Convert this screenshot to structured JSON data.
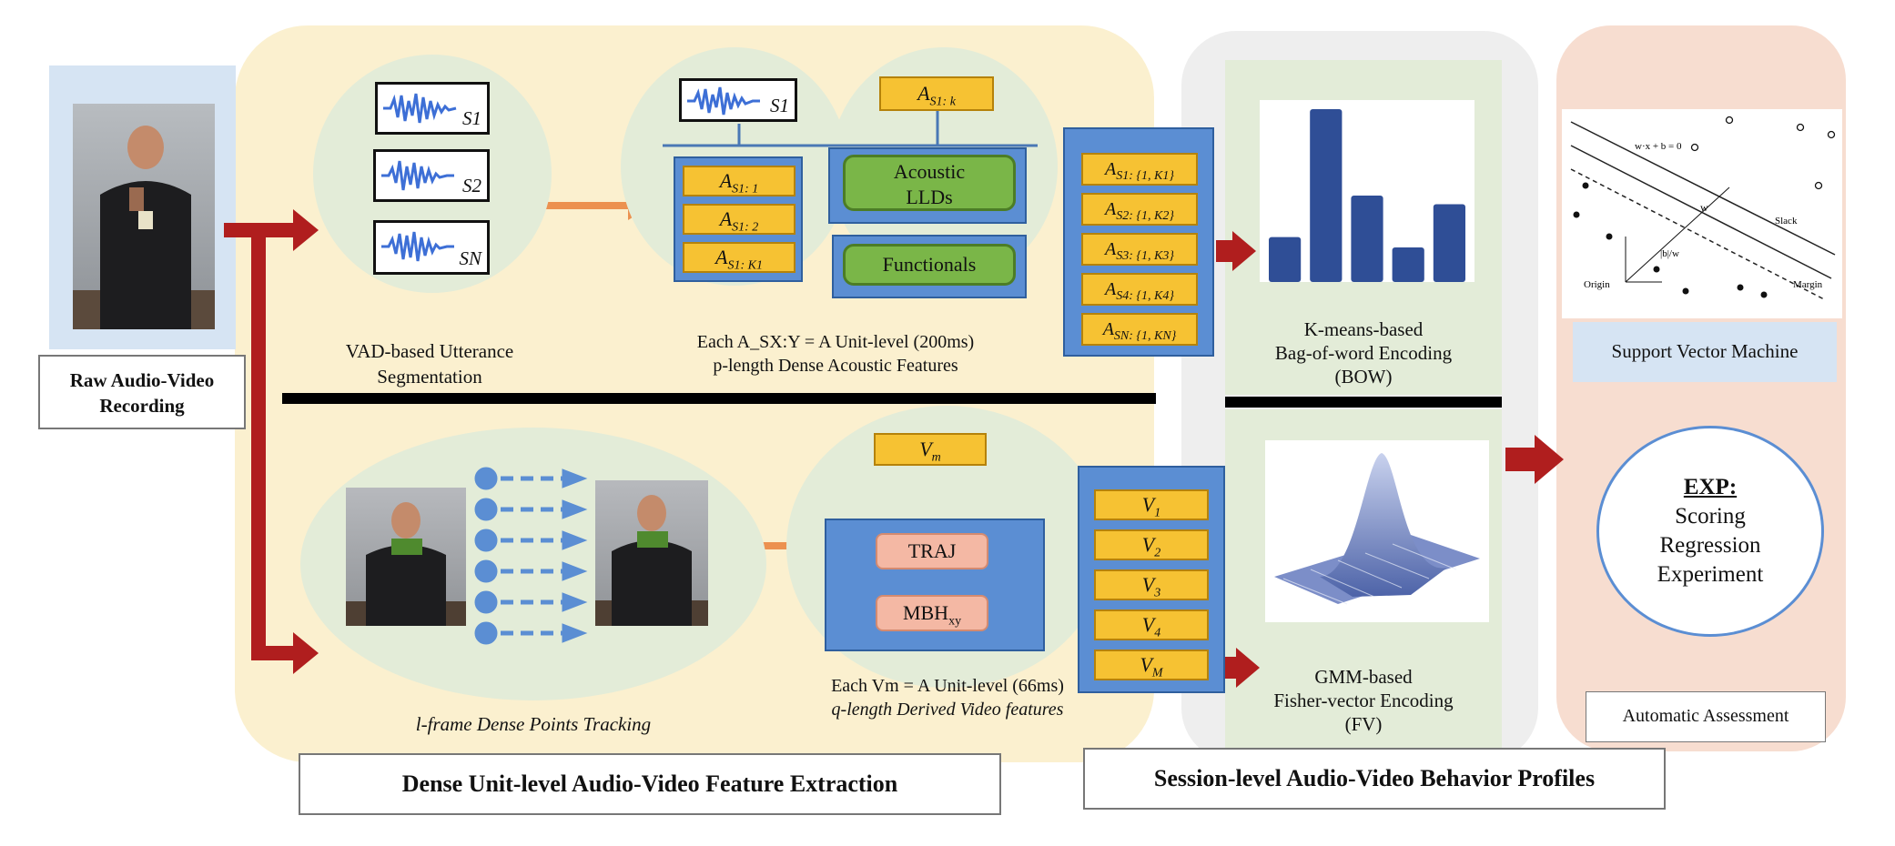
{
  "raw": {
    "title": "Raw Audio-Video Recording"
  },
  "audio": {
    "segments": [
      "S1",
      "S2",
      "SN"
    ],
    "segmentation_label": "VAD-based Utterance Segmentation",
    "seg_label_1": "S1",
    "ask_label": "A",
    "ask_sub": "S1: k",
    "a_units": [
      {
        "base": "A",
        "sub": "S1: 1"
      },
      {
        "base": "A",
        "sub": "S1: 2"
      },
      {
        "base": "A",
        "sub": "S1: K1"
      }
    ],
    "lld_label": "Acoustic LLDs",
    "functionals_label": "Functionals",
    "desc_line1": "Each A_SX:Y = A Unit-level (200ms)",
    "desc_line2": "p-length Dense Acoustic Features",
    "session_units": [
      {
        "base": "A",
        "sub": "S1: {1, K1}"
      },
      {
        "base": "A",
        "sub": "S2: {1, K2}"
      },
      {
        "base": "A",
        "sub": "S3: {1, K3}"
      },
      {
        "base": "A",
        "sub": "S4: {1, K4}"
      },
      {
        "base": "A",
        "sub": "SN: {1, KN}"
      }
    ]
  },
  "video": {
    "tracking_label": "l-frame Dense Points Tracking",
    "vm_label": "V",
    "vm_sub": "m",
    "traj_label": "TRAJ",
    "mbh_label": "MBH",
    "mbh_sub": "xy",
    "desc_line1": "Each Vm = A Unit-level (66ms)",
    "desc_line2": "q-length Derived Video features",
    "v_units": [
      {
        "base": "V",
        "sub": "1"
      },
      {
        "base": "V",
        "sub": "2"
      },
      {
        "base": "V",
        "sub": "3"
      },
      {
        "base": "V",
        "sub": "4"
      },
      {
        "base": "V",
        "sub": "M"
      }
    ]
  },
  "bow": {
    "line1": "K-means-based",
    "line2": "Bag-of-word Encoding",
    "line3": "(BOW)",
    "bars": [
      0.26,
      1.0,
      0.5,
      0.2,
      0.45
    ]
  },
  "fv": {
    "line1": "GMM-based",
    "line2": "Fisher-vector Encoding",
    "line3": "(FV)"
  },
  "svm": {
    "label": "Support Vector Machine",
    "plot_text": {
      "eq": "w·x + b = 0",
      "w": "w",
      "slack": "Slack",
      "origin": "Origin",
      "margin": "Margin",
      "dist": "|b|/w"
    }
  },
  "exp": {
    "title": "EXP:",
    "line1": "Scoring",
    "line2": "Regression",
    "line3": "Experiment"
  },
  "assessment_label": "Automatic Assessment",
  "footer": {
    "left": "Dense Unit-level Audio-Video Feature Extraction",
    "right": "Session-level Audio-Video Behavior Profiles"
  },
  "colors": {
    "panel_yellow": "#fbf0cf",
    "panel_gray": "#eeeeee",
    "panel_green": "#e3ecd8",
    "panel_pink": "#f7ddd0",
    "unit_yellow": "#f6c233",
    "unit_blue": "#5b8ed3",
    "arrow_red": "#b01e1e",
    "arrow_orange": "#ec9150",
    "bar_blue": "#2f4e96"
  }
}
